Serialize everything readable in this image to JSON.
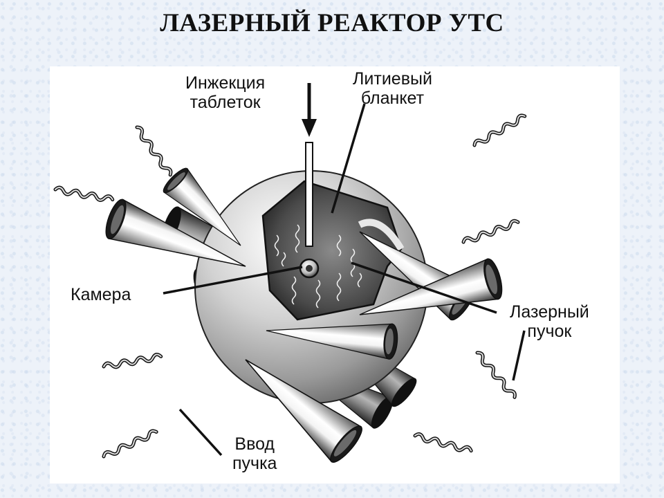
{
  "title": "ЛАЗЕРНЫЙ РЕАКТОР УТС",
  "labels": {
    "injection": [
      "Инжекция",
      "таблеток"
    ],
    "blanket": [
      "Литиевый",
      "бланкет"
    ],
    "chamber": "Камера",
    "laser": [
      "Лазерный",
      "пучок"
    ],
    "beam_input": [
      "Ввод",
      "пучка"
    ]
  }
}
